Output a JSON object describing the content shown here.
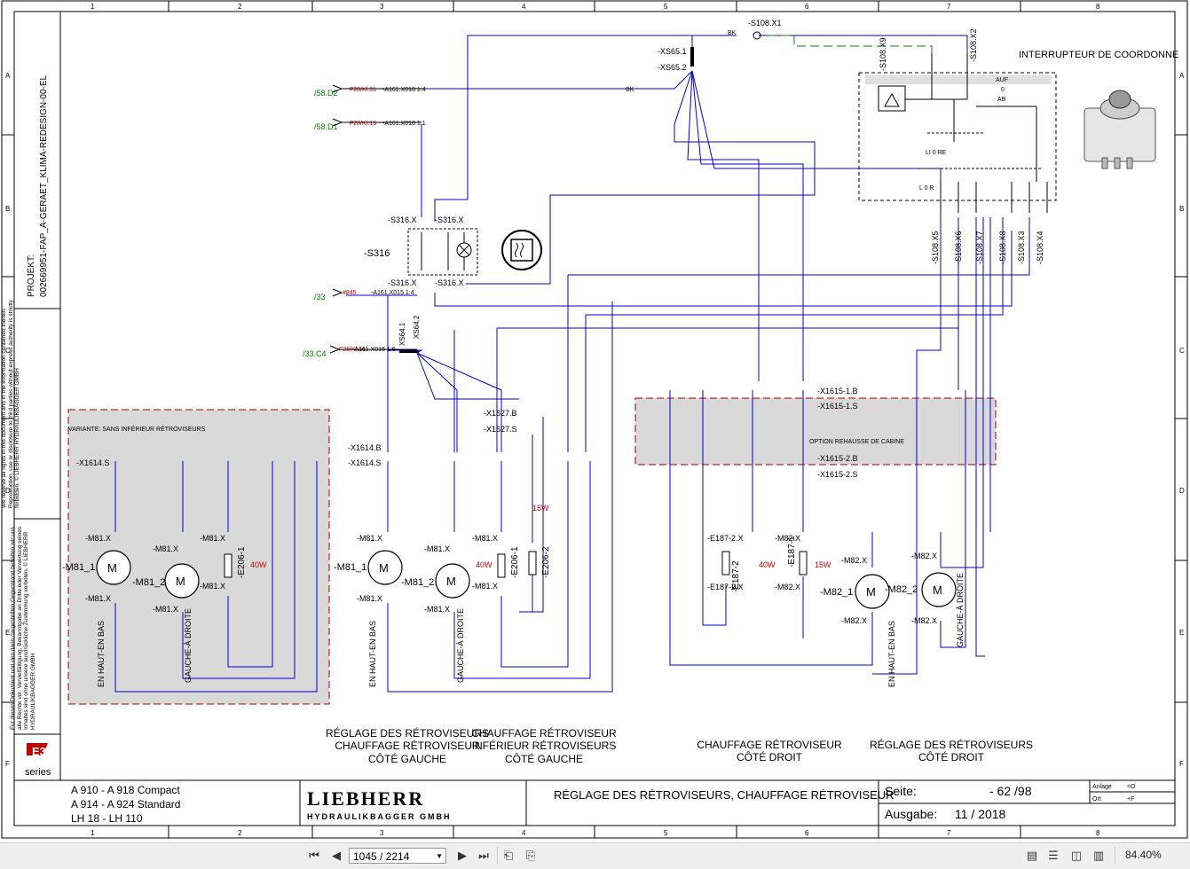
{
  "frame": {
    "col_numbers": [
      "1",
      "2",
      "3",
      "4",
      "5",
      "6",
      "7",
      "8"
    ],
    "row_letters": [
      "A",
      "B",
      "C",
      "D",
      "E",
      "F"
    ]
  },
  "sidebar": {
    "project_label": "PROJEKT:",
    "project_code": "002669951-FAP_A-GERAET_KLIMA-REDESIGN-00-EL",
    "notice_en": "We reserve all rights in this document and in the information contained therein. Reproduction, use or disclosure to third parties without express authority is strictly forbidden. © LIEBHERR HYDRAULIKBAGGER GMBH",
    "notice_de": "Für dieses Dokument und den darin dargestellten Gegenstand behalten wir uns alle Rechte vor. Vervielfältigung, Bekanntgabe an Dritte oder Verwertung seines Inhaltes sind ohne unsere ausdrückliche Zustimmung verboten. © LIEBHERR HYDRAULIKBAGGER GMBH",
    "series_logo": "series"
  },
  "refs": {
    "d2": "/58.D2",
    "d1": "/58.D1",
    "r33": "/33",
    "c4": "/33.C4",
    "f28_31": "F28/Kl.31",
    "f28_15": "F28/Kl.15",
    "a161_018_4": "-A161.X018  1:4",
    "a161_018_1": "-A161.X018  1:1",
    "w845": "#845",
    "a161_015_4": "-A161.X015  1:4",
    "a161_015_6": "-A161.X015  1:6",
    "ref_c4_top": "F28/Kl.31"
  },
  "labels": {
    "s108x1": "-S108.X1",
    "s108x2": "-S108.X2",
    "s108x9": "-S108.X9",
    "xs651": "-XS65.1",
    "xs652": "-XS65.2",
    "bk": "BK",
    "interrupteur": "INTERRUPTEUR DE COORDONNE",
    "auf": "AUF",
    "zero": "0",
    "ab": "AB",
    "li0re": "LI 0 RE",
    "l0r": "L 0 R",
    "s316": "-S316",
    "s316x": "-S316.X",
    "xs641": "XS64.1",
    "xs642": "XS64.2",
    "x1627b": "-X1627.B",
    "x1627s": "-X1627.S",
    "x1614b": "-X1614.B",
    "x1614s": "-X1614.S",
    "x1615_1b": "-X1615-1.B",
    "x1615_1s": "-X1615-1.S",
    "x1615_2b": "-X1615-2.B",
    "x1615_2s": "-X1615-2.S",
    "variante": "VARIANTE: SANS INFÉRIEUR RÉTROVISEURS",
    "option": "OPTION REHAUSSE DE CABINE",
    "m81_1": "-M81_1",
    "m81_2": "-M81_2",
    "m82_1": "-M82_1",
    "m82_2": "-M82_2",
    "m81x": "-M81.X",
    "m82x": "-M82.X",
    "e206_1": "-E206-1",
    "e206_2": "-E206-2",
    "e187_1": "-E187-1",
    "e187_2": "-E187-2",
    "e187_2x": "-E187-2.X",
    "w40": "40W",
    "w15": "15W",
    "en_haut": "EN HAUT-EN BAS",
    "gauche_droite": "GAUCHE-À DROITE",
    "s108_5": "-S108.X5",
    "s108_6": "-S108.X6",
    "s108_7": "-S108.X7",
    "s108_8": "-S108.X8",
    "s108_3": "-S108.X3",
    "s108_4": "-S108.X4"
  },
  "captions": {
    "reglage_g_1": "RÉGLAGE DES RÉTROVISEURS",
    "reglage_g_2": "CHAUFFAGE RÉTROVISEUR",
    "reglage_g_3": "CÔTÉ GAUCHE",
    "chauff_inf_1": "CHAUFFAGE RÉTROVISEUR",
    "chauff_inf_2": "INFÉRIEUR RÉTROVISEURS",
    "chauff_inf_3": "CÔTÉ GAUCHE",
    "chauff_d_1": "CHAUFFAGE RÉTROVISEUR",
    "chauff_d_2": "CÔTÉ DROIT",
    "reglage_d_1": "RÉGLAGE DES RÉTROVISEURS",
    "reglage_d_2": "CÔTÉ DROIT"
  },
  "titleblock": {
    "models": [
      "A 910 - A 918 Compact",
      "A 914 - A 924 Standard",
      "LH 18 - LH 110"
    ],
    "brand": "LIEBHERR",
    "brand_sub": "HYDRAULIKBAGGER GMBH",
    "title": "RÉGLAGE DES RÉTROVISEURS, CHAUFFAGE RÉTROVISEUR",
    "seite_label": "Seite:",
    "seite_value": "- 62  /98",
    "ausgabe_label": "Ausgabe:",
    "ausgabe_value": "11 / 2018",
    "anlage_label": "Anlage",
    "anlage_value": "=O",
    "ort_label": "Ort",
    "ort_value": "+F"
  },
  "toolbar": {
    "page_value": "1045 / 2214",
    "zoom": "84.40%"
  },
  "colors": {
    "wire": "#0000cc",
    "green": "#008000",
    "red": "#cc0000",
    "frame": "#000000",
    "option_fill": "#d9d9d9",
    "option_border": "#a00000"
  }
}
